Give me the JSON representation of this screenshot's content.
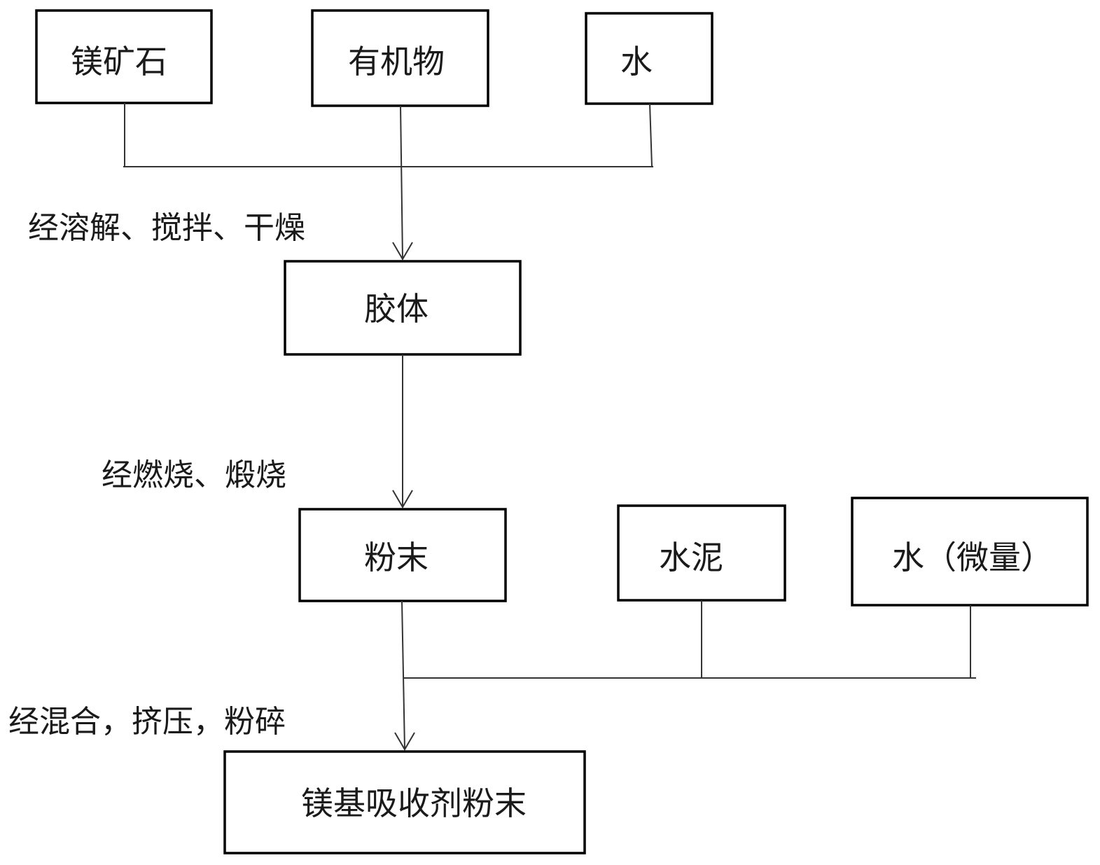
{
  "nodes": {
    "magnesium_ore": "镁矿石",
    "organic_matter": "有机物",
    "water": "水",
    "colloid": "胶体",
    "powder": "粉末",
    "cement": "水泥",
    "water_trace": "水（微量）",
    "mg_absorbent_powder": "镁基吸收剂粉末"
  },
  "steps": {
    "step1": "经溶解、搅拌、干燥",
    "step2": "经燃烧、煅烧",
    "step3": "经混合，挤压，粉碎"
  }
}
